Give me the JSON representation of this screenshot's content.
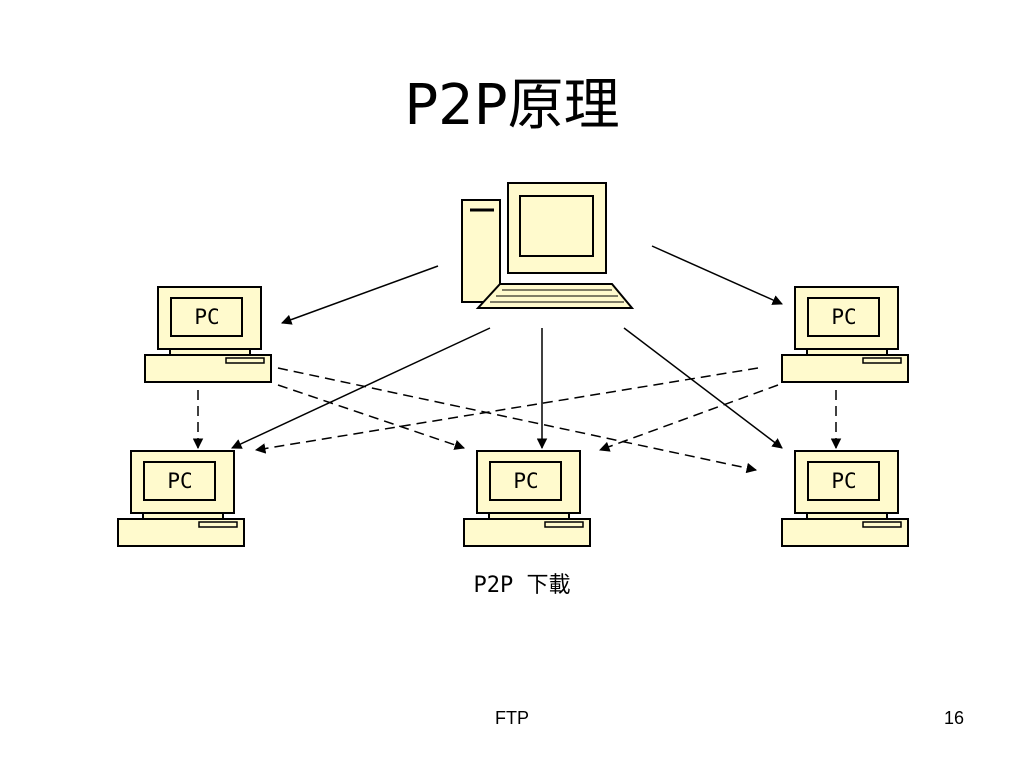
{
  "slide": {
    "title": "P2P原理",
    "footer_text": "FTP",
    "page_number": "16"
  },
  "diagram": {
    "caption": "P2P 下載",
    "pc_label": "PC",
    "colors": {
      "fill": "#FFFACD",
      "stroke": "#000000",
      "server_screen": "#FFFACD"
    }
  }
}
